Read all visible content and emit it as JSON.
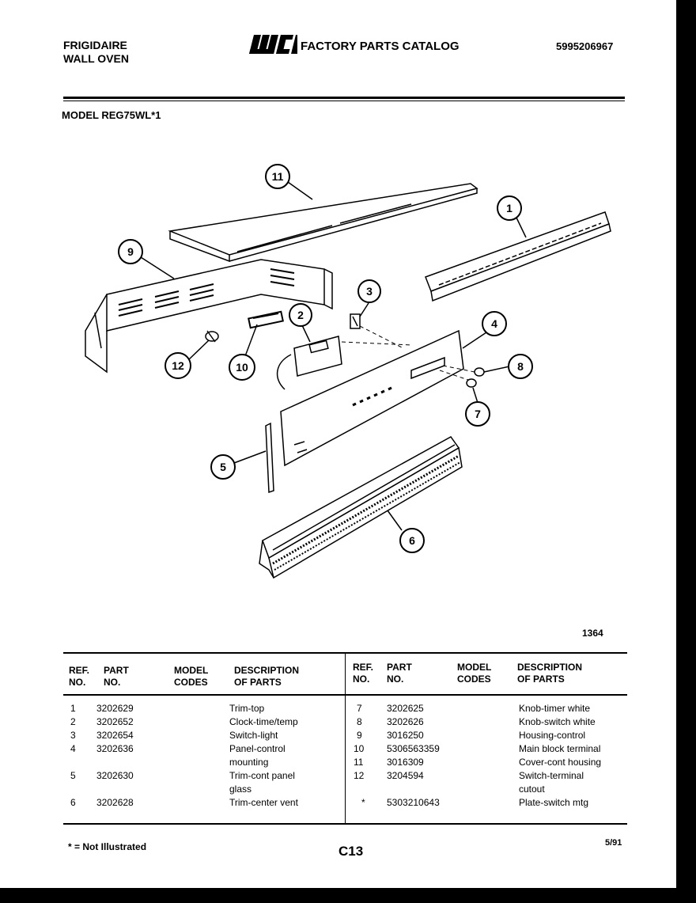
{
  "header": {
    "brand_line1": "FRIGIDAIRE",
    "brand_line2": "WALL OVEN",
    "logo_text": "WCI",
    "catalog_title": "FACTORY PARTS CATALOG",
    "doc_number": "5995206967",
    "model": "MODEL REG75WL*1"
  },
  "diagram": {
    "figure_number": "1364",
    "callouts": [
      "1",
      "2",
      "3",
      "4",
      "5",
      "6",
      "7",
      "8",
      "9",
      "10",
      "11",
      "12"
    ]
  },
  "table": {
    "headers": {
      "ref_1": "REF.",
      "ref_2": "NO.",
      "part_1": "PART",
      "part_2": "NO.",
      "model_1": "MODEL",
      "model_2": "CODES",
      "desc_1": "DESCRIPTION",
      "desc_2": "OF PARTS"
    },
    "left": [
      {
        "ref": "1",
        "part": "3202629",
        "desc1": "Trim-top",
        "desc2": ""
      },
      {
        "ref": "2",
        "part": "3202652",
        "desc1": "Clock-time/temp",
        "desc2": ""
      },
      {
        "ref": "3",
        "part": "3202654",
        "desc1": "Switch-light",
        "desc2": ""
      },
      {
        "ref": "4",
        "part": "3202636",
        "desc1": "Panel-control",
        "desc2": "mounting"
      },
      {
        "ref": "5",
        "part": "3202630",
        "desc1": "Trim-cont panel",
        "desc2": "glass"
      },
      {
        "ref": "6",
        "part": "3202628",
        "desc1": "Trim-center vent",
        "desc2": ""
      }
    ],
    "right": [
      {
        "ref": "7",
        "part": "3202625",
        "desc1": "Knob-timer white",
        "desc2": ""
      },
      {
        "ref": "8",
        "part": "3202626",
        "desc1": "Knob-switch white",
        "desc2": ""
      },
      {
        "ref": "9",
        "part": "3016250",
        "desc1": "Housing-control",
        "desc2": ""
      },
      {
        "ref": "10",
        "part": "5306563359",
        "desc1": "Main block terminal",
        "desc2": ""
      },
      {
        "ref": "11",
        "part": "3016309",
        "desc1": "Cover-cont housing",
        "desc2": ""
      },
      {
        "ref": "12",
        "part": "3204594",
        "desc1": "Switch-terminal",
        "desc2": "cutout"
      },
      {
        "ref": "*",
        "part": "5303210643",
        "desc1": "Plate-switch mtg",
        "desc2": ""
      }
    ]
  },
  "footer": {
    "note": "* = Not Illustrated",
    "page": "C13",
    "date": "5/91"
  }
}
